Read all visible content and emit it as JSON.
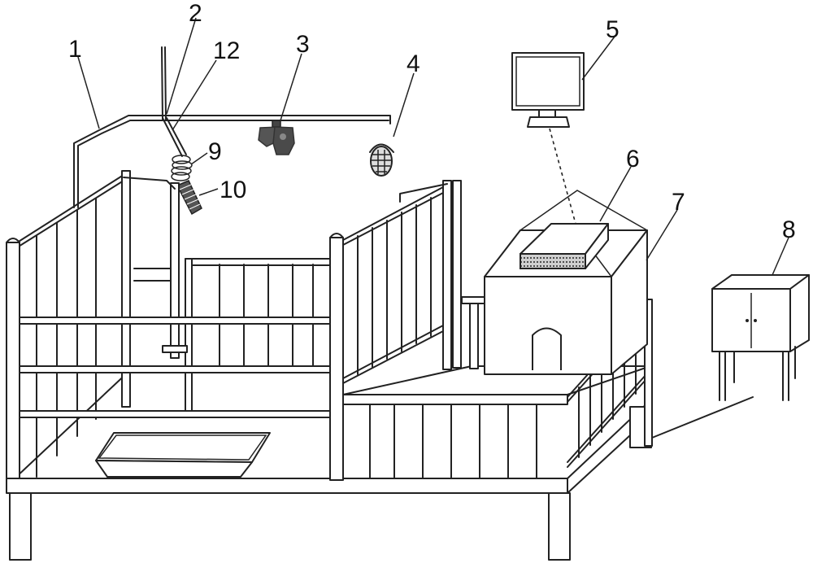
{
  "labels": [
    {
      "id": "1",
      "text": "1"
    },
    {
      "id": "2",
      "text": "2"
    },
    {
      "id": "12",
      "text": "12"
    },
    {
      "id": "3",
      "text": "3"
    },
    {
      "id": "4",
      "text": "4"
    },
    {
      "id": "5",
      "text": "5"
    },
    {
      "id": "6",
      "text": "6"
    },
    {
      "id": "7",
      "text": "7"
    },
    {
      "id": "8",
      "text": "8"
    },
    {
      "id": "9",
      "text": "9"
    },
    {
      "id": "10",
      "text": "10"
    }
  ]
}
